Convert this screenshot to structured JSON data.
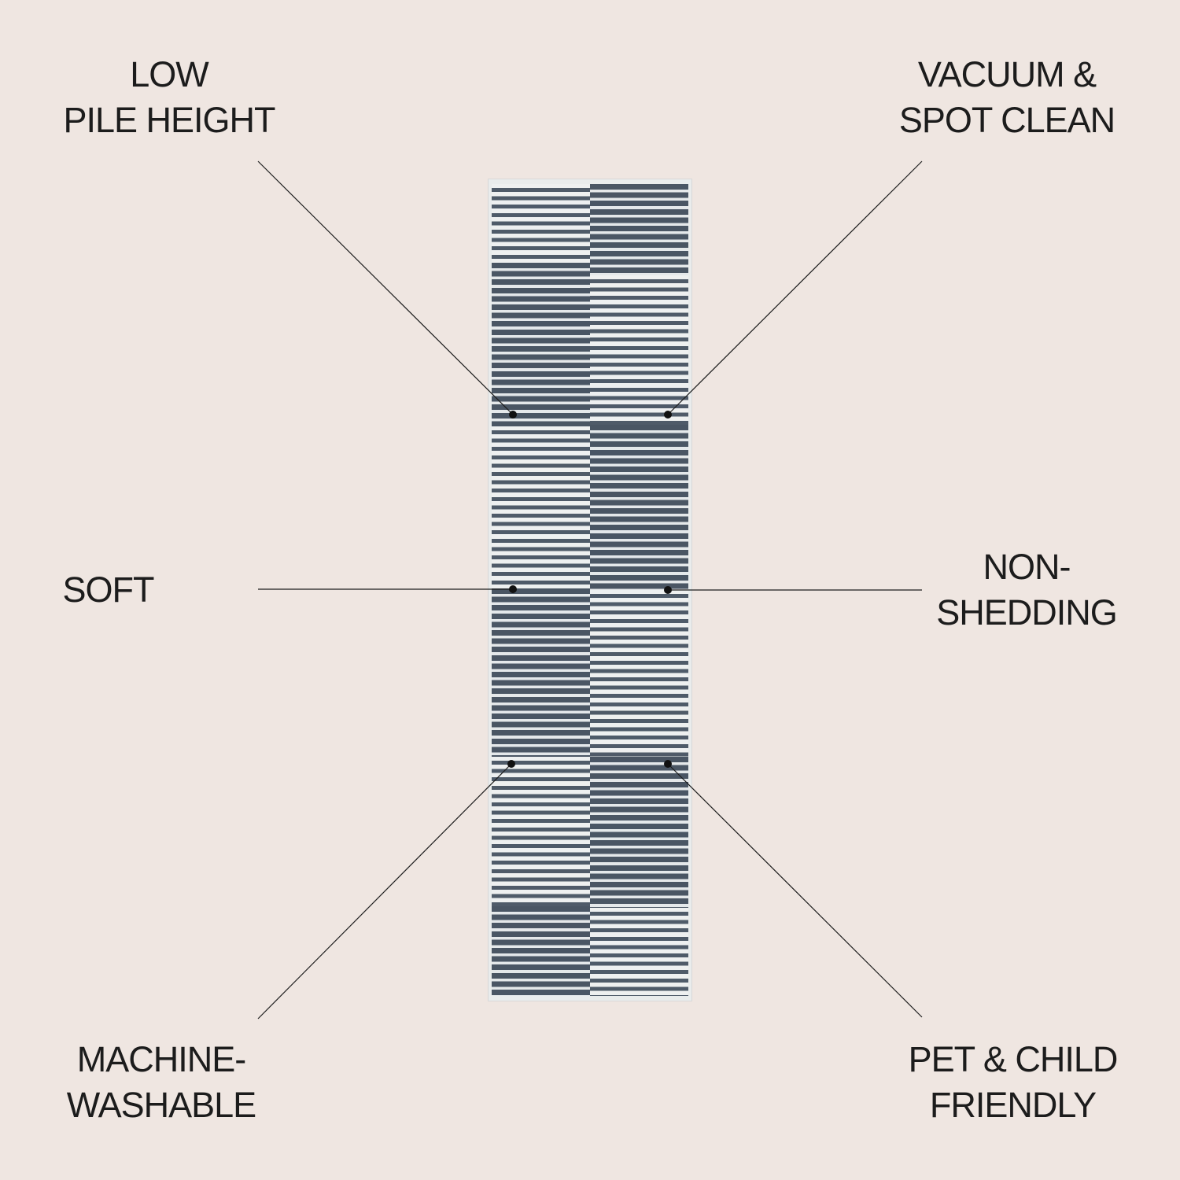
{
  "features": {
    "low_pile": {
      "line1": "LOW",
      "line2": "PILE HEIGHT"
    },
    "vacuum": {
      "line1": "VACUUM &",
      "line2": "SPOT CLEAN"
    },
    "soft": {
      "line1": "SOFT"
    },
    "non_shedding": {
      "line1": "NON-",
      "line2": "SHEDDING"
    },
    "machine_washable": {
      "line1": "MACHINE-",
      "line2": "WASHABLE"
    },
    "pet_child": {
      "line1": "PET & CHILD",
      "line2": "FRIENDLY"
    }
  },
  "colors": {
    "background": "#efe6e1",
    "rug_blue": "#4a5664",
    "rug_cream": "#eef0f0",
    "text": "#1c1c1c"
  }
}
